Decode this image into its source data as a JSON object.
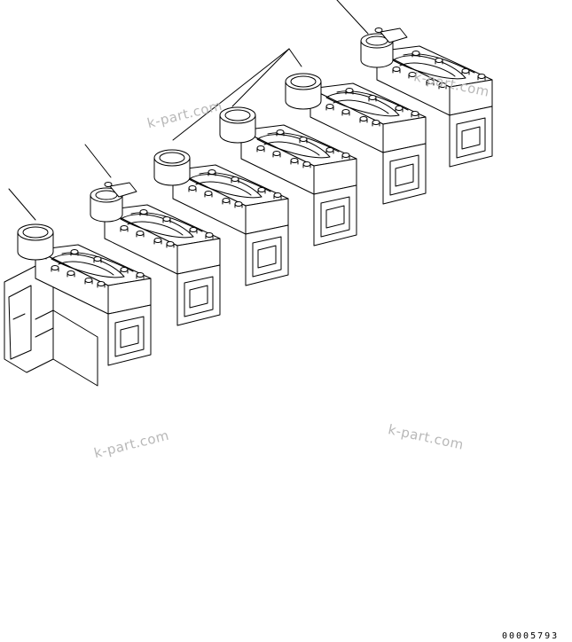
{
  "watermarks": [
    "k-part.com",
    "k-part.com",
    "k-part.com",
    "k-part.com"
  ],
  "part_number": "00005793",
  "colors": {
    "line": "#000000",
    "watermark": "#b8b8b8",
    "background": "#ffffff"
  }
}
